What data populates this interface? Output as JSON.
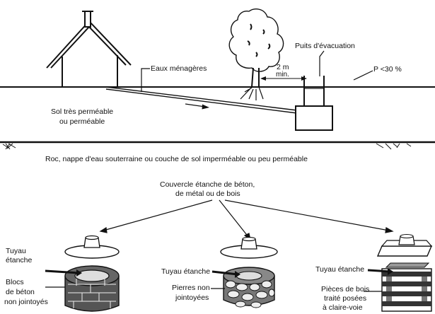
{
  "cross_section": {
    "wastewater_label": "Eaux ménagères",
    "distance_value": "2 m",
    "distance_unit": "min.",
    "well_label": "Puits d'évacuation",
    "slope_label": "P <30 %",
    "soil_label_line1": "Sol très perméable",
    "soil_label_line2": "ou perméable",
    "bedrock_label": "Roc, nappe d'eau souterraine ou couche de sol imperméable ou peu perméable"
  },
  "well_types": {
    "cover_label_line1": "Couvercle étanche de béton,",
    "cover_label_line2": "de métal ou de bois",
    "concrete": {
      "pipe_label_line1": "Tuyau",
      "pipe_label_line2": "étanche",
      "wall_label_line1": "Blocs",
      "wall_label_line2": "de béton",
      "wall_label_line3": "non jointoyés"
    },
    "stone": {
      "pipe_label": "Tuyau étanche",
      "wall_label_line1": "Pierres non",
      "wall_label_line2": "jointoyées"
    },
    "wood": {
      "pipe_label": "Tuyau étanche",
      "wall_label_line1": "Pièces de bois",
      "wall_label_line2": "traité posées",
      "wall_label_line3": "à claire-voie"
    }
  }
}
